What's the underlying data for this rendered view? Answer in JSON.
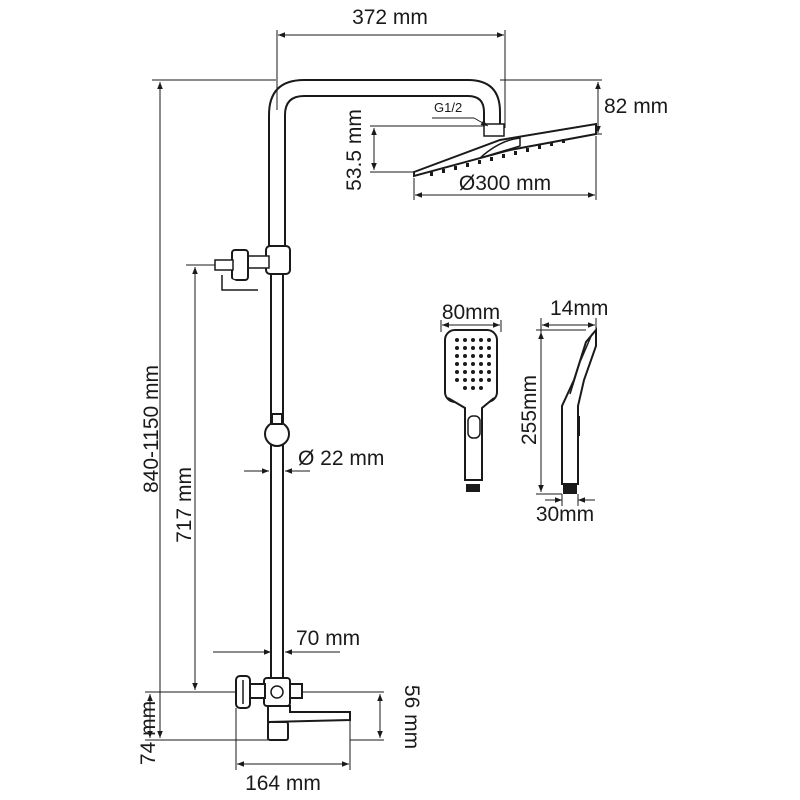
{
  "dimensions": {
    "top_width": "372 mm",
    "head_height": "82 mm",
    "connection": "G1/2",
    "head_offset": "53.5 mm",
    "head_diameter": "Ø300 mm",
    "overall_height": "840-1150 mm",
    "holder_height": "717 mm",
    "pipe_diameter": "Ø 22 mm",
    "outlet_reach": "70 mm",
    "mixer_height": "74 mm",
    "spout_height": "56 mm",
    "mixer_width": "164 mm",
    "hand_width": "80mm",
    "hand_depth": "14mm",
    "hand_length": "255mm",
    "hand_base": "30mm"
  },
  "colors": {
    "line": "#1a1a1a",
    "background": "#ffffff"
  }
}
